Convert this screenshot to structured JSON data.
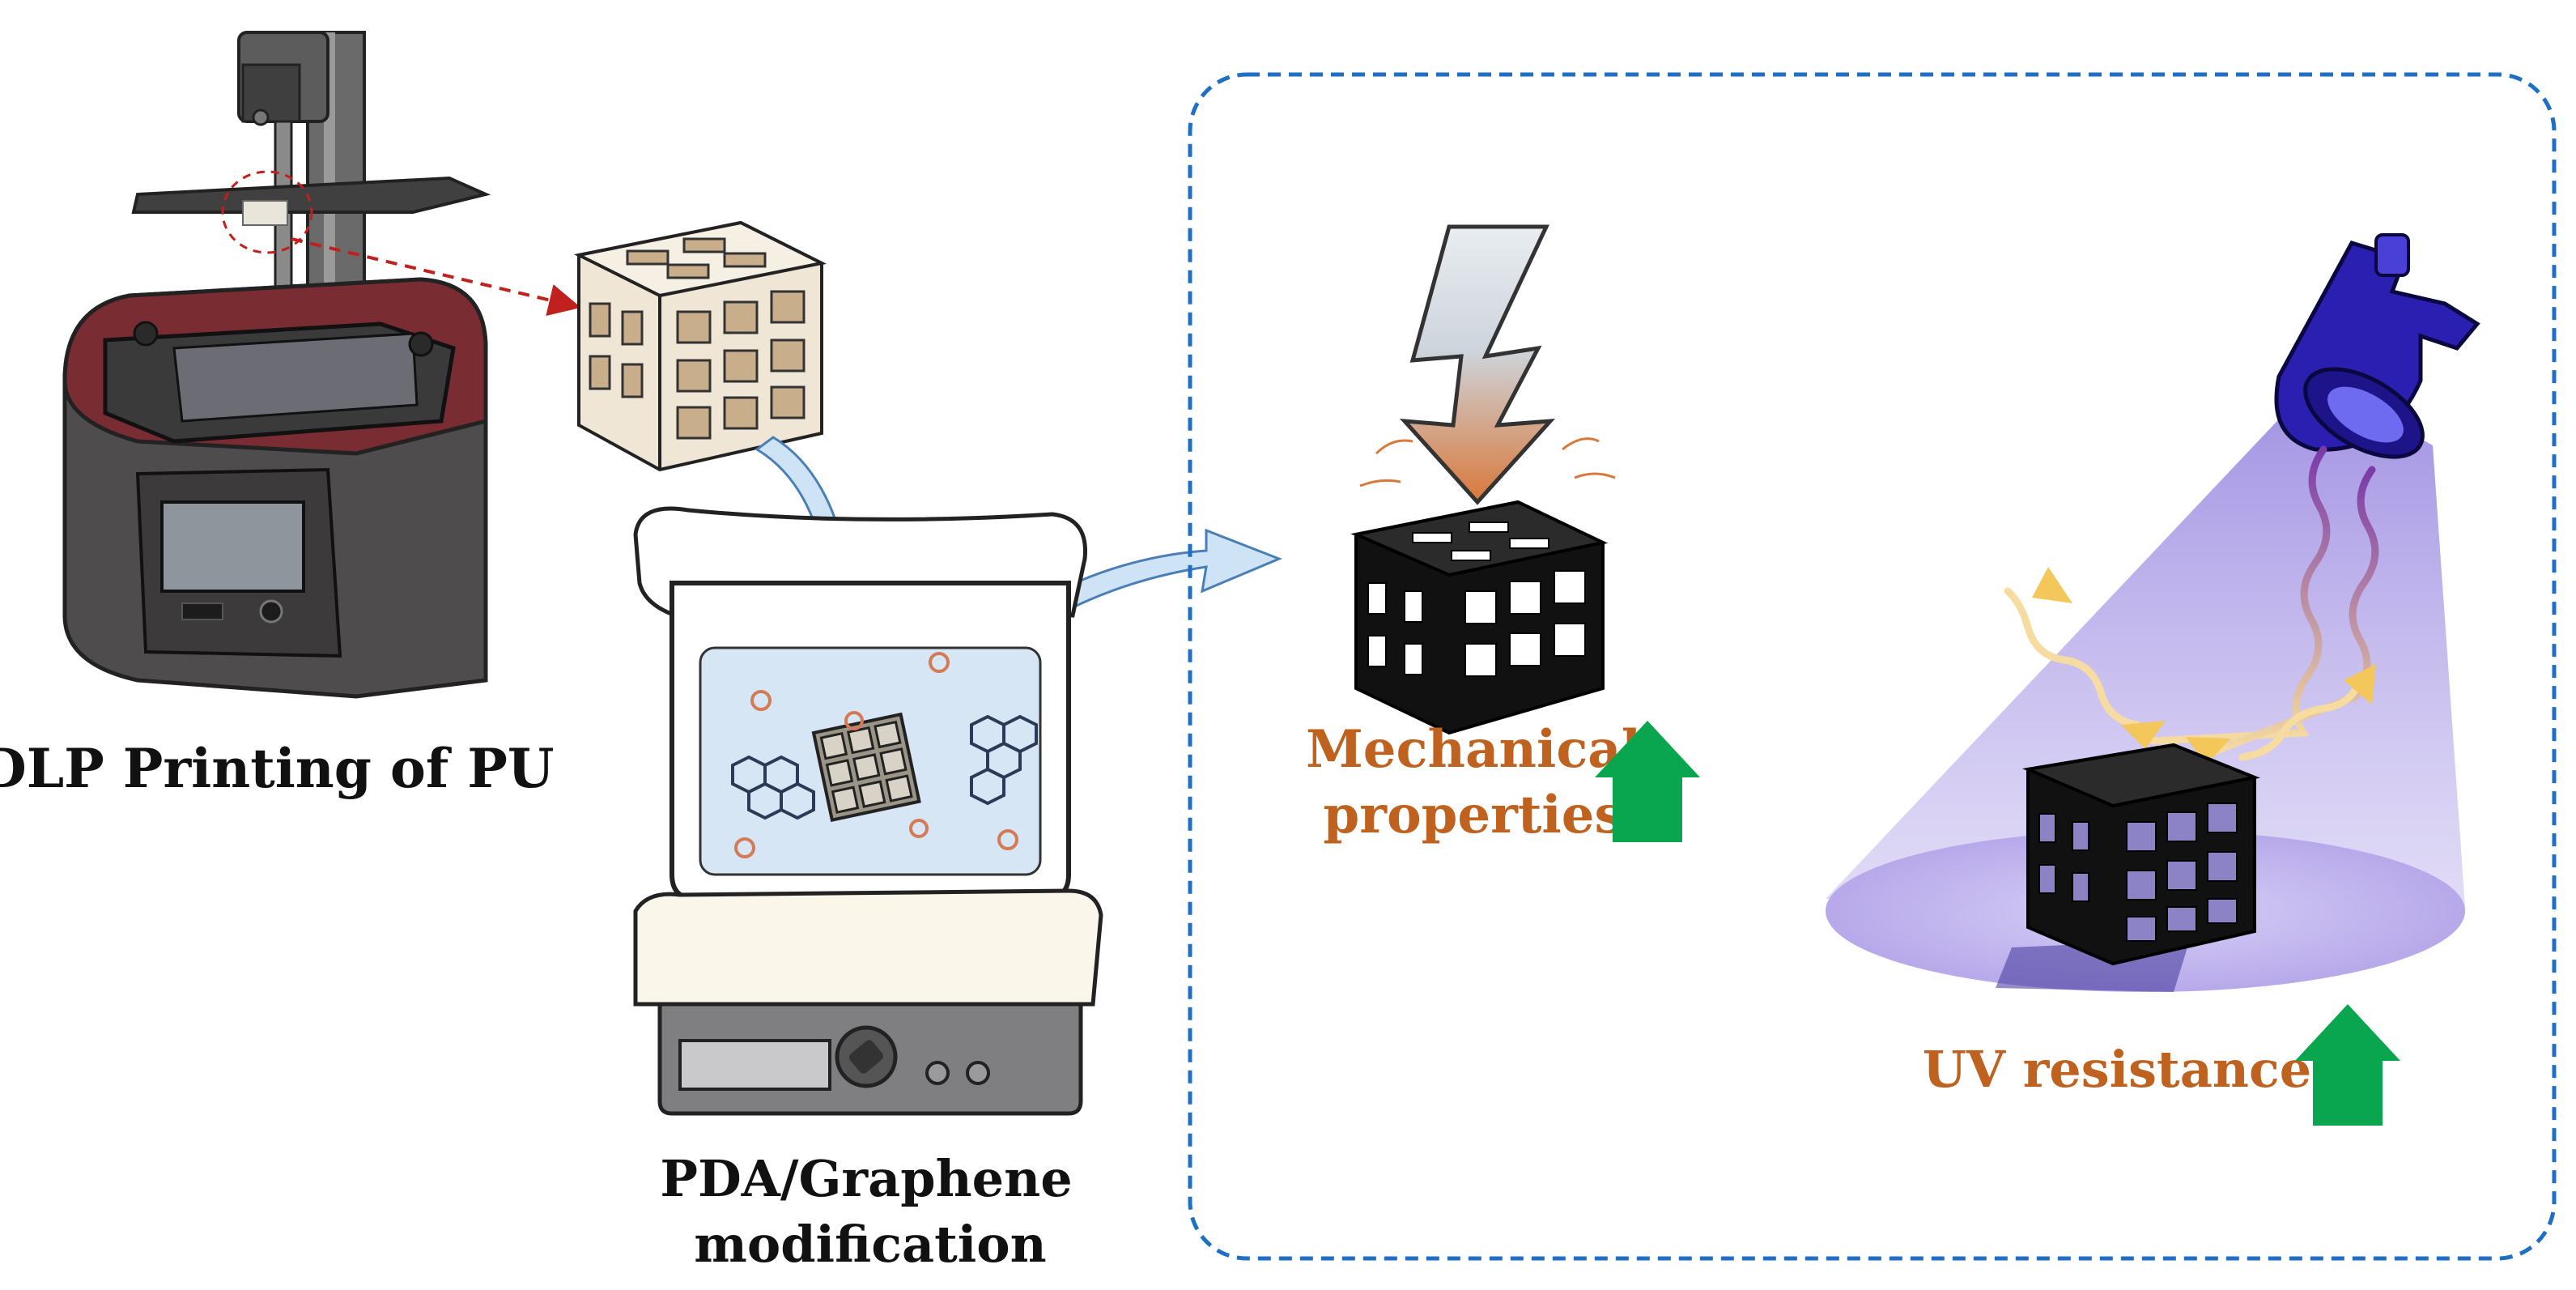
{
  "labels": {
    "dlp": "DLP Printing of PU",
    "pda_line1": "PDA/Graphene",
    "pda_line2": "modification",
    "mech_line1": "Mechanical",
    "mech_line2": "properties",
    "uv": "UV resistance"
  },
  "colors": {
    "label_dark": "#111111",
    "label_orange": "#c0621f",
    "up_arrow": "#0aa64f",
    "dashed_frame": "#1f6fc4",
    "flow_arrow": "#cfe3f7",
    "uv_beam": "#8c7ad8",
    "lamp": "#2a1fb0"
  },
  "icons": {
    "printer": "dlp-printer-icon",
    "scaffold": "lattice-scaffold-icon",
    "beaker": "beaker-on-stirrer-icon",
    "lightning": "lightning-bolt-icon",
    "lamp": "uv-lamp-icon",
    "increase": "up-arrow-icon"
  }
}
